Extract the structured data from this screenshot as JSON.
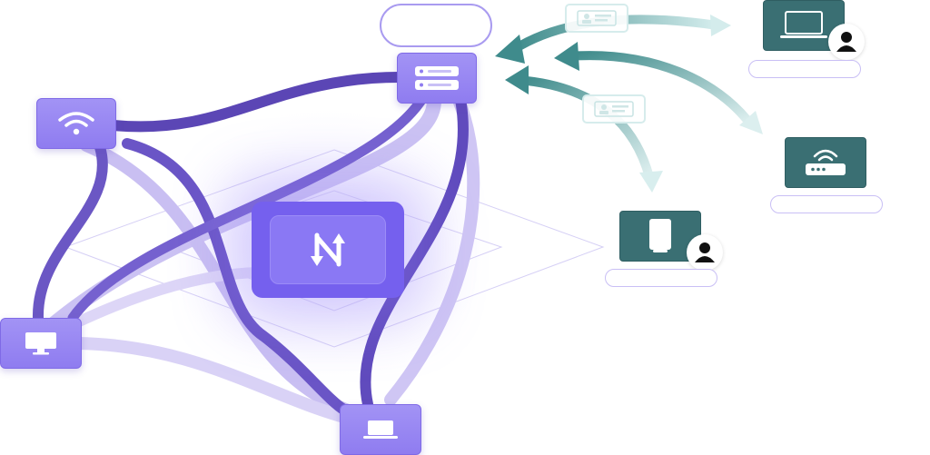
{
  "diagram": {
    "hub": {
      "icon": "nordlayer-logo-icon"
    },
    "purple_nodes": [
      {
        "id": "server",
        "icon": "server-icon"
      },
      {
        "id": "wifi",
        "icon": "wifi-icon"
      },
      {
        "id": "desktop",
        "icon": "monitor-icon"
      },
      {
        "id": "laptop",
        "icon": "laptop-icon"
      }
    ],
    "teal_nodes": [
      {
        "id": "teal-laptop",
        "icon": "laptop-icon",
        "user": true
      },
      {
        "id": "teal-router",
        "icon": "router-icon",
        "user": false
      },
      {
        "id": "teal-tablet",
        "icon": "tablet-icon",
        "user": true
      }
    ],
    "labels": {
      "server_label": "",
      "teal_laptop_label": "",
      "teal_router_label": "",
      "teal_tablet_label": ""
    },
    "colors": {
      "purple_dark": "#5b46b5",
      "purple_light": "#c9c0f3",
      "hub": "#7560ee",
      "teal": "#3a6f73",
      "teal_arrow": "#4e9c9c"
    }
  }
}
